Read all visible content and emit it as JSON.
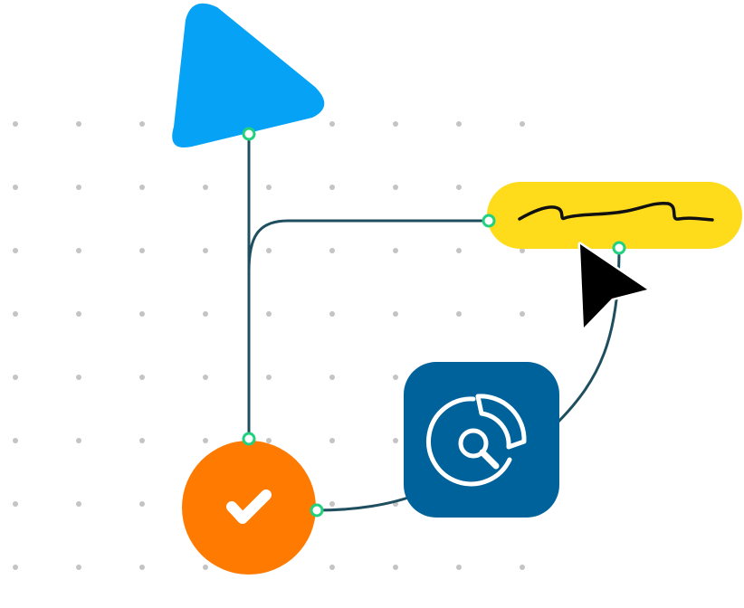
{
  "canvas": {
    "background": "#ffffff",
    "grid_dot_color": "#c4c4c4"
  },
  "colors": {
    "edge": "#1f4f5f",
    "port_stroke": "#22d17f",
    "port_fill": "#ffffff",
    "cursor": "#000000"
  },
  "nodes": [
    {
      "id": "triangle-node",
      "shape": "rounded-triangle",
      "color": "#06a2f6"
    },
    {
      "id": "signature-node",
      "shape": "pill",
      "color": "#fedb1b",
      "content_icon": "signature-scribble-icon",
      "content_color": "#111111"
    },
    {
      "id": "chart-node",
      "shape": "rounded-square",
      "color": "#00629b",
      "content_icon": "donut-chart-magnifier-icon",
      "content_color": "#ffffff"
    },
    {
      "id": "check-node",
      "shape": "circle",
      "color": "#fe7a00",
      "content_icon": "checkmark-icon",
      "content_color": "#ffffff"
    }
  ],
  "edges": [
    {
      "from": "triangle-node",
      "to": "check-node"
    },
    {
      "from": "triangle-node",
      "to": "signature-node"
    },
    {
      "from": "check-node",
      "to": "chart-node"
    },
    {
      "from": "chart-node",
      "to": "signature-node"
    }
  ],
  "cursor": {
    "icon": "mouse-pointer-icon"
  }
}
